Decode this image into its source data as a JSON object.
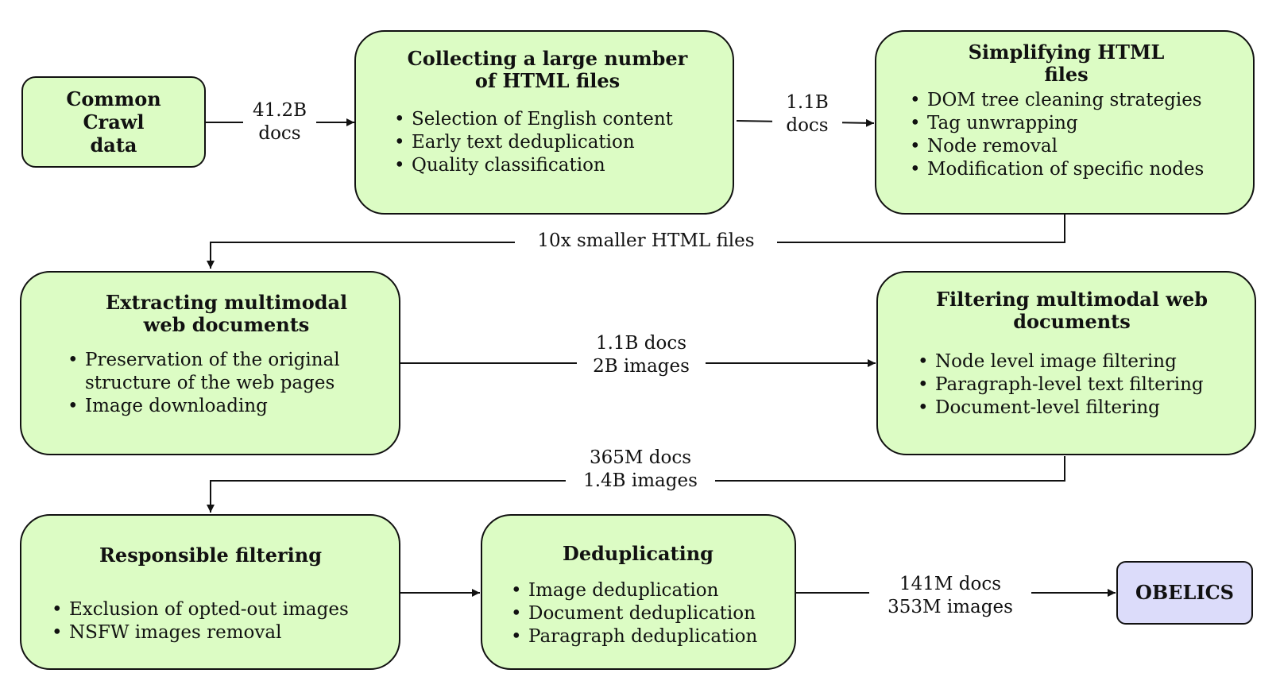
{
  "nodes": {
    "common_crawl": {
      "title_lines": [
        "Common",
        "Crawl",
        "data"
      ]
    },
    "collecting": {
      "title": "Collecting a large number of HTML files",
      "items": [
        "Selection of English content",
        "Early text deduplication",
        "Quality classification"
      ]
    },
    "simplifying": {
      "title": "Simplifying HTML files",
      "items": [
        "DOM tree cleaning strategies",
        "Tag unwrapping",
        "Node removal",
        "Modification of specific nodes"
      ]
    },
    "extracting": {
      "title": "Extracting multimodal web documents",
      "items": [
        "Preservation of the original structure of the web pages",
        "Image downloading"
      ]
    },
    "filtering": {
      "title": "Filtering multimodal web documents",
      "items": [
        "Node level image filtering",
        "Paragraph-level text filtering",
        "Document-level filtering"
      ]
    },
    "responsible": {
      "title": "Responsible filtering",
      "items": [
        "Exclusion of opted-out images",
        "NSFW images removal"
      ]
    },
    "dedup": {
      "title": "Deduplicating",
      "items": [
        "Image deduplication",
        "Document deduplication",
        "Paragraph deduplication"
      ]
    },
    "obelics": {
      "title": "OBELICS"
    }
  },
  "edges": {
    "e1": [
      "41.2B",
      "docs"
    ],
    "e2": [
      "1.1B",
      "docs"
    ],
    "e3": [
      "10x smaller HTML files"
    ],
    "e4": [
      "1.1B docs",
      "2B images"
    ],
    "e5": [
      "365M docs",
      "1.4B images"
    ],
    "e7": [
      "141M docs",
      "353M images"
    ]
  }
}
